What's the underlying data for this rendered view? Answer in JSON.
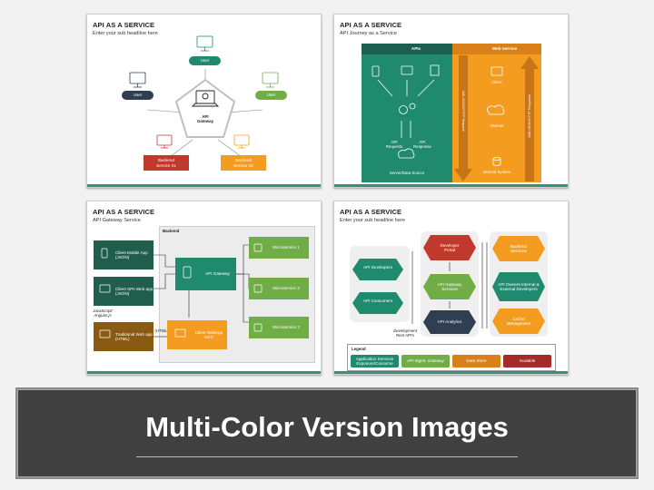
{
  "slide1": {
    "title": "API AS A SERVICE",
    "subtitle": "Enter your sub headline here",
    "gateway": "API Gateway",
    "user_top": "User",
    "user_left": "User",
    "user_right": "User",
    "backend1": "Backend Service 01",
    "backend2": "Backend Service 02"
  },
  "slide2": {
    "title": "API AS A SERVICE",
    "subtitle": "API Journey as a Service",
    "apis_header": "APIs",
    "web_header": "Web Service",
    "api_requests": "API Requests",
    "api_response": "API Response",
    "data_source": "Server/Data Source",
    "client": "Client",
    "internet": "Internet",
    "internal_system": "Internal System",
    "request_arrow": "XML/JSON/HTTP Request",
    "response_arrow": "XML/JSON/HTTP Response"
  },
  "slide3": {
    "title": "API AS A SERVICE",
    "subtitle": "API Gateway Service",
    "backend": "Backend",
    "client_mobile": "Client Mobile App (JSON)",
    "client_spa": "Client SPA Web app (JSON)",
    "spa_tech": "JavaScript/ Angular.js",
    "traditional": "Traditional Web app (HTML)",
    "html_label": "(HTML)",
    "api_gateway": "API Gateway",
    "client_mvc": "Client WebApp MVC",
    "micro1": "Microservice 1",
    "micro2": "Microservice 2",
    "micro3": "Microservice 3"
  },
  "slide4": {
    "title": "API AS A SERVICE",
    "subtitle": "Enter your sub headline here",
    "api_developers": "API Developers",
    "api_consumers": "API Consumers",
    "developer_portal": "Developer Portal",
    "gateway_services": "API Gateway Services",
    "api_analytics": "API Analytics",
    "backend_services": "Backend Services",
    "api_owners": "API Owners Internal & External Developers",
    "cache_management": "Cache Management",
    "dev_rest": "Development Rest API's",
    "legend_title": "Legend",
    "legend1": "Application Services Exposure/Consume",
    "legend2": "API Mgmt. Gateway",
    "legend3": "Data Store",
    "legend4": "Scalable"
  },
  "banner": {
    "text": "Multi-Color Version Images"
  },
  "colors": {
    "teal": "#1f8a6d",
    "dark_teal": "#1f5e4c",
    "green": "#70ad47",
    "orange": "#f39c1f",
    "red": "#c0392b",
    "navy": "#2f3e50",
    "brown": "#8a5a12"
  }
}
